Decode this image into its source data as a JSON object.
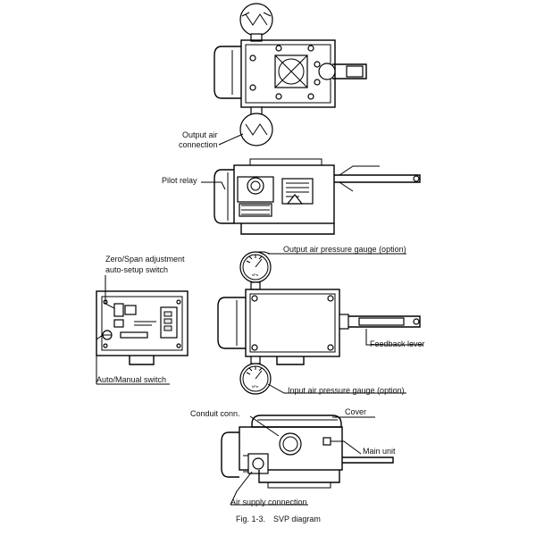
{
  "labels": {
    "output_air_connection_1": "Output air",
    "output_air_connection_2": "connection",
    "pilot_relay": "Pilot relay",
    "zero_span_1": "Zero/Span adjustment",
    "zero_span_2": "auto-setup switch",
    "output_pressure_gauge": "Output air pressure gauge (option)",
    "feedback_lever": "Feedback lever",
    "auto_manual_switch": "Auto/Manual switch",
    "input_pressure_gauge": "Input air pressure gauge (option)",
    "conduit_conn": "Conduit conn.",
    "cover": "Cover",
    "main_unit": "Main unit",
    "air_supply_connection": "Air supply connection"
  },
  "caption": {
    "figure_number": "Fig. 1-3.",
    "figure_title": "SVP diagram"
  }
}
